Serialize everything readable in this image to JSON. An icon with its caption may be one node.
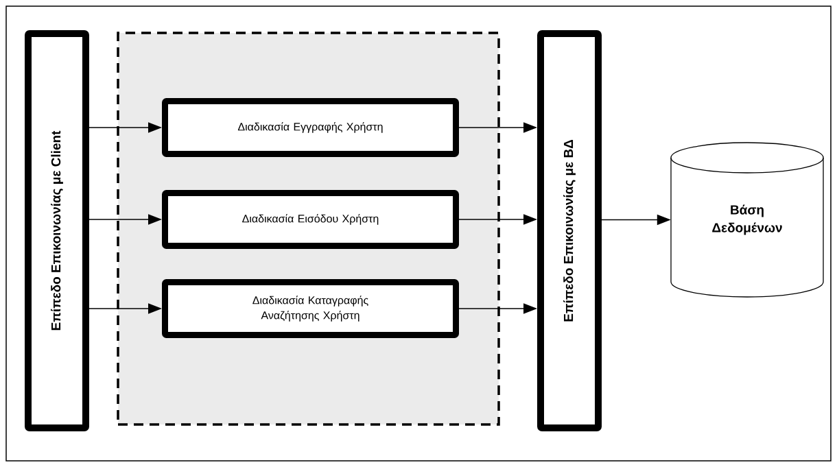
{
  "diagram": {
    "nodes": [
      {
        "text": [
          "Επίπεδο Επικοινωνίας με Client"
        ]
      },
      {
        "text": [],
        "shape": "box"
      },
      {
        "text": [
          "Διαδικασία Εγγραφής Χρήστη"
        ],
        "in": 1
      },
      {
        "text": [
          "Διαδικασία Εισόδου Χρήστη"
        ],
        "in": 1
      },
      {
        "text": [
          "Διαδικασία Καταγραφής Αναζήτησης Χρήστη"
        ],
        "in": 1
      },
      {
        "text": [
          "Επίπεδο Επικοινωνίας με ΒΔ"
        ]
      },
      {
        "text": [
          "Βάση Δεδομένων"
        ]
      }
    ],
    "edges": [
      {
        "from": 0,
        "to": 2,
        "arrow": "to"
      },
      {
        "from": 0,
        "to": 3,
        "arrow": "to"
      },
      {
        "from": 0,
        "to": 4,
        "arrow": "to"
      },
      {
        "from": 2,
        "to": 5,
        "arrow": "to"
      },
      {
        "from": 3,
        "to": 5,
        "arrow": "to"
      },
      {
        "from": 4,
        "to": 5,
        "arrow": "to"
      },
      {
        "from": 5,
        "to": 6,
        "arrow": "to"
      }
    ]
  }
}
